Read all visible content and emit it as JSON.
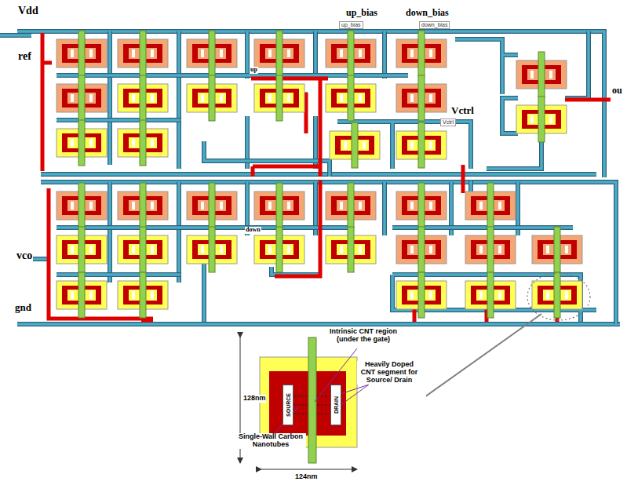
{
  "diagram": {
    "nodes": [
      {
        "text": [
          "SOURCE"
        ]
      },
      {
        "text": [
          "DRAIN"
        ]
      }
    ],
    "labels": [
      "Vdd",
      "ref",
      "up_bias",
      "up_bias",
      "down_bias",
      "down_bias",
      "up",
      "Vctrl",
      "Vctrl",
      "ou",
      "down",
      "vco",
      "gnd",
      "128nm",
      "124nm",
      "Intrinsic CNT region (under the gate)",
      "Heavily Doped CNT segment for Source/ Drain",
      "Single-Wall Carbon Nanotubes"
    ]
  }
}
